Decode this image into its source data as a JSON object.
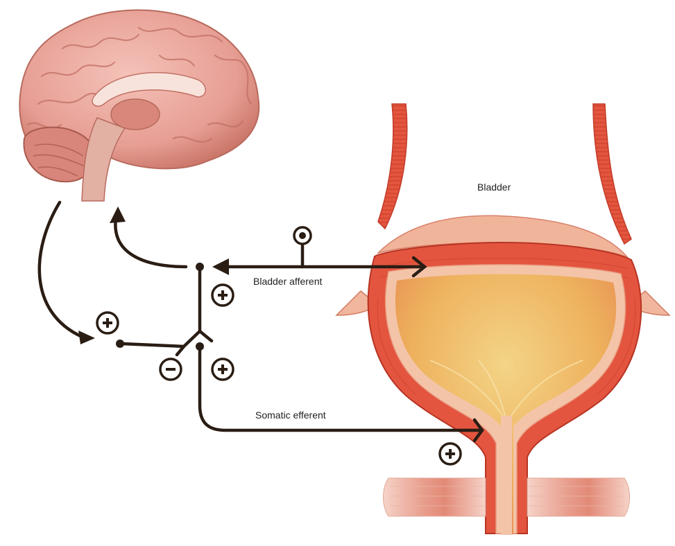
{
  "labels": {
    "bladder": "Bladder",
    "bladder_afferent": "Bladder afferent",
    "somatic_efferent": "Somatic efferent"
  },
  "signs": {
    "plus": "+",
    "minus": "−"
  },
  "colors": {
    "pathway": "#2a1d14",
    "bladder_wall": "#e3553f",
    "bladder_inner": "#f0a56e",
    "urine": "#f1c45a",
    "brain": "#e9a39b",
    "ureter": "#e3553f"
  },
  "icons": [
    "brain-illustration",
    "bladder-illustration",
    "plus-sign-icon",
    "minus-sign-icon",
    "sensor-icon"
  ]
}
